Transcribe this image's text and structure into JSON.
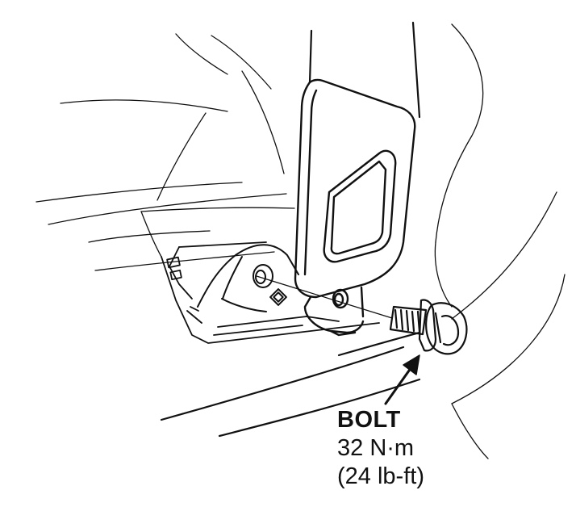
{
  "callout": {
    "part_name": "BOLT",
    "torque_metric": "32 N·m",
    "torque_imperial": "(24 lb-ft)"
  },
  "colors": {
    "ink": "#111111",
    "paper": "#ffffff"
  }
}
